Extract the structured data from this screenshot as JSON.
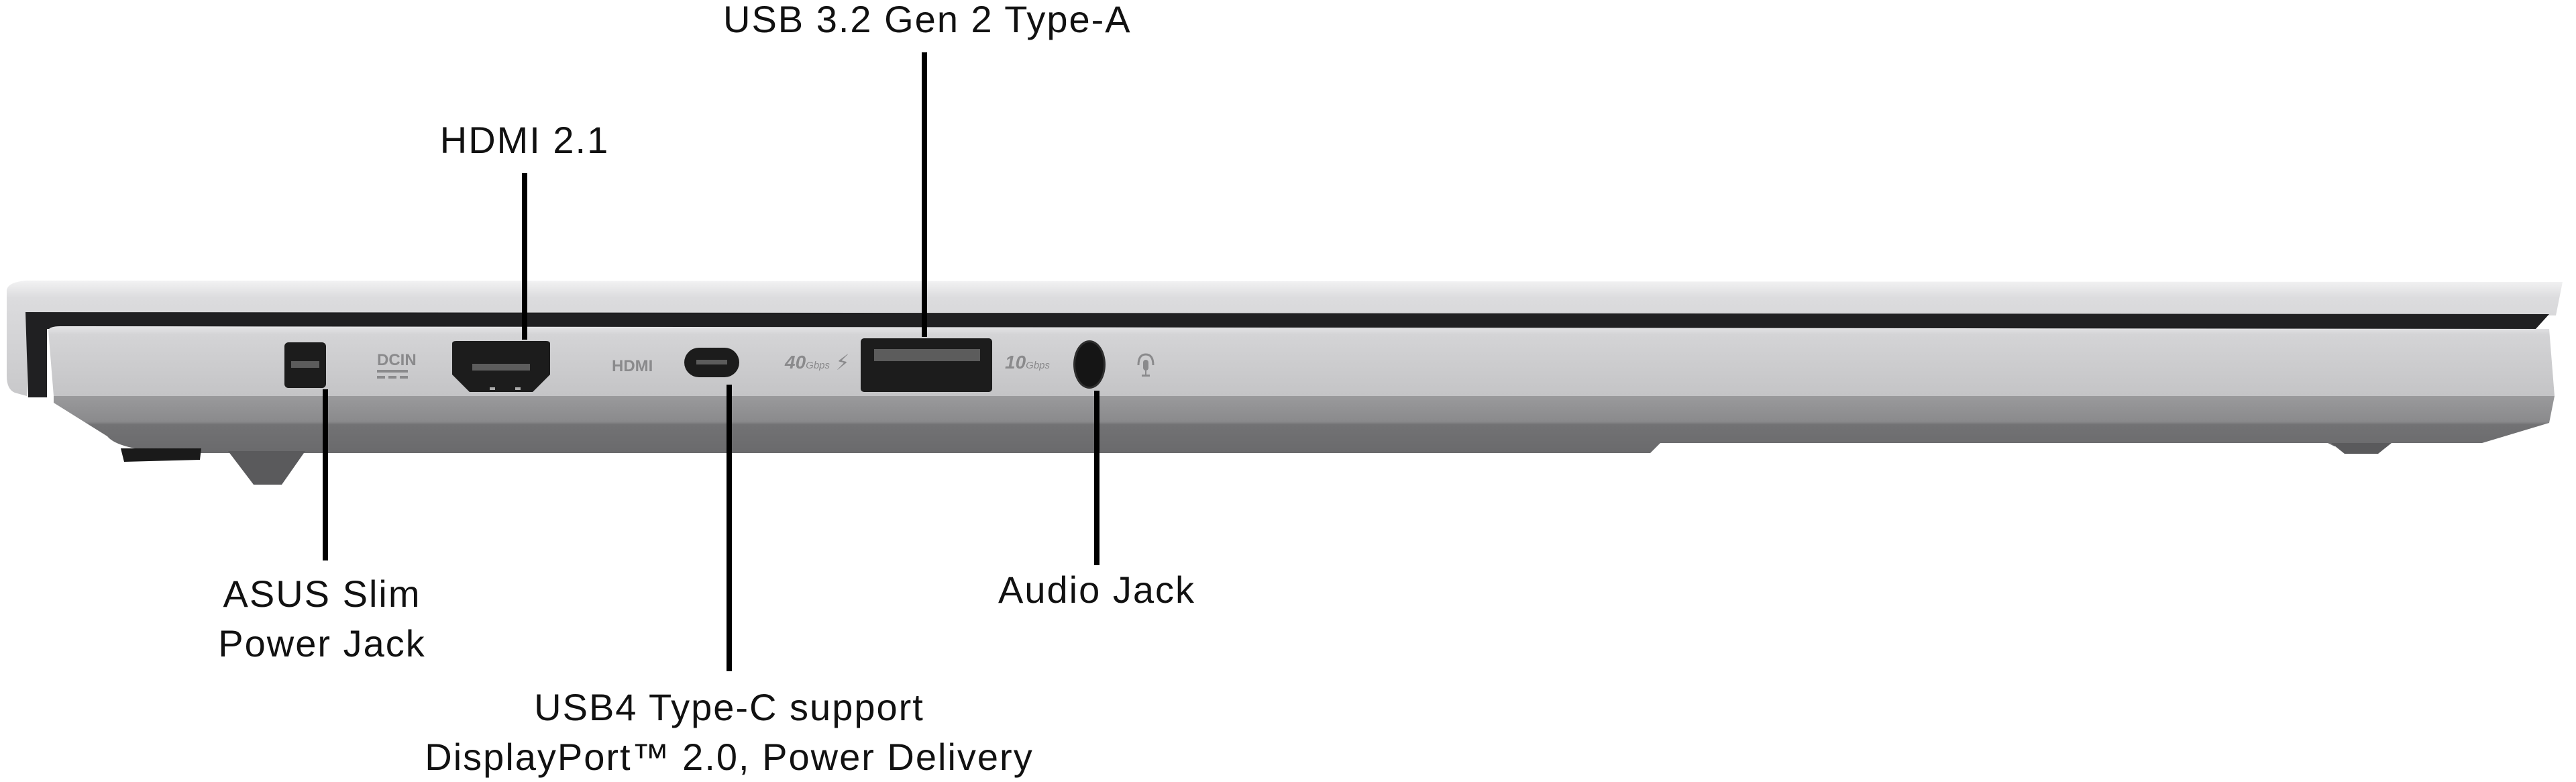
{
  "diagram": {
    "subject": "Laptop left-side I/O ports",
    "ports": [
      {
        "id": "dcin",
        "callout": [
          "ASUS Slim",
          "Power Jack"
        ],
        "engraving": "DCIN"
      },
      {
        "id": "hdmi",
        "callout": [
          "HDMI 2.1"
        ],
        "engraving": "HDMI"
      },
      {
        "id": "usbc",
        "callout": [
          "USB4 Type-C support",
          "DisplayPort™ 2.0, Power Delivery"
        ],
        "engraving": "40Gbps"
      },
      {
        "id": "usba",
        "callout": [
          "USB 3.2 Gen 2 Type-A"
        ],
        "engraving": "10Gbps"
      },
      {
        "id": "audio",
        "callout": [
          "Audio Jack"
        ],
        "engraving": "headset-mic"
      }
    ],
    "colors": {
      "lid": "#d4d4d6",
      "gap": "#222222",
      "body": "#c9c9cb",
      "lower_band": "#8a8a8c",
      "port": "#1c1c1c",
      "engraving": "#8a8a8c",
      "leader": "#000000",
      "text": "#111111"
    }
  },
  "labels": {
    "usba": "USB 3.2 Gen 2 Type-A",
    "hdmi": "HDMI 2.1",
    "dcin_line1": "ASUS Slim",
    "dcin_line2": "Power Jack",
    "audio": "Audio Jack",
    "usbc_line1": "USB4 Type-C support",
    "usbc_line2": "DisplayPort™ 2.0, Power Delivery"
  },
  "engravings": {
    "dcin": "DCIN",
    "hdmi": "HDMI",
    "usbc_speed": "40",
    "usbc_unit": "Gbps",
    "usba_speed": "10",
    "usba_unit": "Gbps"
  }
}
